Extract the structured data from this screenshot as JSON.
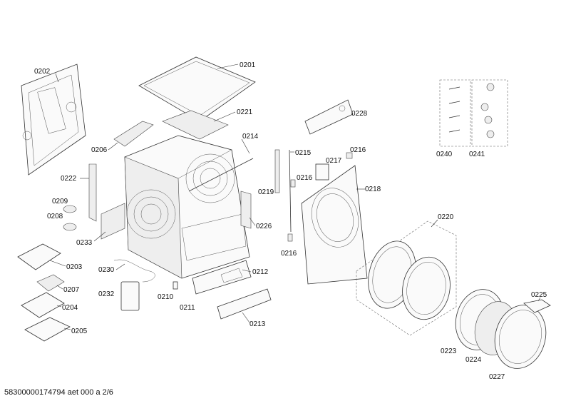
{
  "footer": {
    "document_id": "58300000174794 aet 000 a 2/6"
  },
  "labels": {
    "p0201": "0201",
    "p0202": "0202",
    "p0203": "0203",
    "p0204": "0204",
    "p0205": "0205",
    "p0206": "0206",
    "p0207": "0207",
    "p0208": "0208",
    "p0209": "0209",
    "p0210": "0210",
    "p0211": "0211",
    "p0212": "0212",
    "p0213": "0213",
    "p0214": "0214",
    "p0215": "0215",
    "p0216a": "0216",
    "p0216b": "0216",
    "p0216c": "0216",
    "p0217": "0217",
    "p0218": "0218",
    "p0219": "0219",
    "p0220": "0220",
    "p0221": "0221",
    "p0222": "0222",
    "p0223": "0223",
    "p0224": "0224",
    "p0225": "0225",
    "p0226": "0226",
    "p0227": "0227",
    "p0228": "0228",
    "p0230": "0230",
    "p0232": "0232",
    "p0233": "0233",
    "p0240": "0240",
    "p0241": "0241"
  }
}
